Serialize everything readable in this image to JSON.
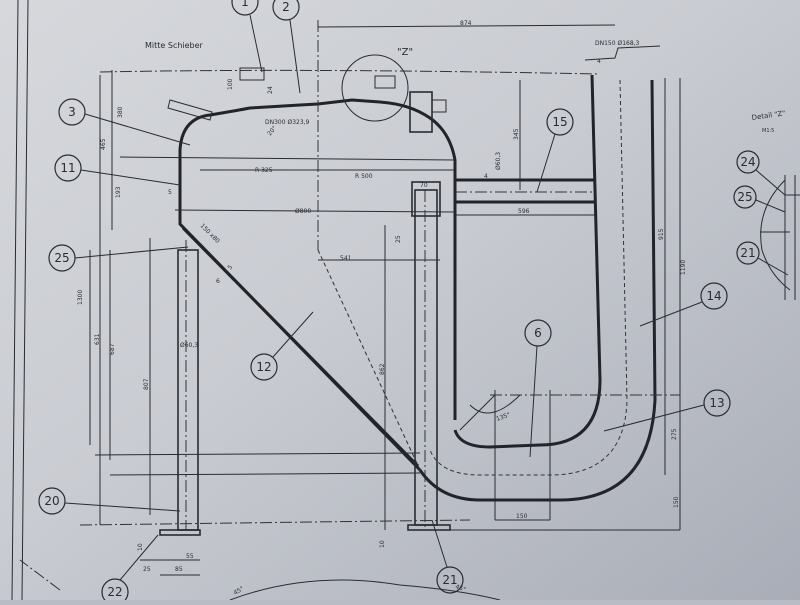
{
  "drawing": {
    "label_mitte_schieber": "Mitte Schieber",
    "detail_marker": "\"Z\"",
    "detail_title": "Detail \"Z\"",
    "detail_scale": "M1:5",
    "balloons": {
      "b1": "1",
      "b2": "2",
      "b3": "3",
      "b11": "11",
      "b25": "25",
      "b12": "12",
      "b20": "20",
      "b22": "22",
      "b21": "21",
      "b6": "6",
      "b13": "13",
      "b14": "14",
      "b15": "15",
      "d24": "24",
      "d25": "25",
      "d21": "21"
    },
    "dimensions": {
      "top_width": "874",
      "dn300": "DN300  Ø323,9",
      "h100": "100",
      "h24": "24",
      "angle20": "20°",
      "h465": "465",
      "h380": "380",
      "h193": "193",
      "t5": "5",
      "r325": "R 325",
      "r500": "R 500",
      "d800": "Ø800",
      "w70": "70",
      "h25": "25",
      "w541": "541",
      "flat": "150 x80",
      "t5b": "5",
      "t6": "6",
      "h1300": "1300",
      "h631": "631",
      "h687": "687",
      "h807": "807",
      "d603": "Ø60,3",
      "h862": "862",
      "h10a": "10",
      "h10b": "10",
      "w25": "25",
      "w85": "85",
      "w55": "55",
      "h345": "345",
      "t4": "4",
      "d603b": "Ø60,3",
      "w596": "596",
      "pipe": "DN150  Ø168,3",
      "t4b": "4",
      "h915": "915",
      "h1190": "1190",
      "h275": "275",
      "h150": "150",
      "w150": "150",
      "a135": "135°",
      "a45a": "45°",
      "a45b": "45°"
    }
  }
}
